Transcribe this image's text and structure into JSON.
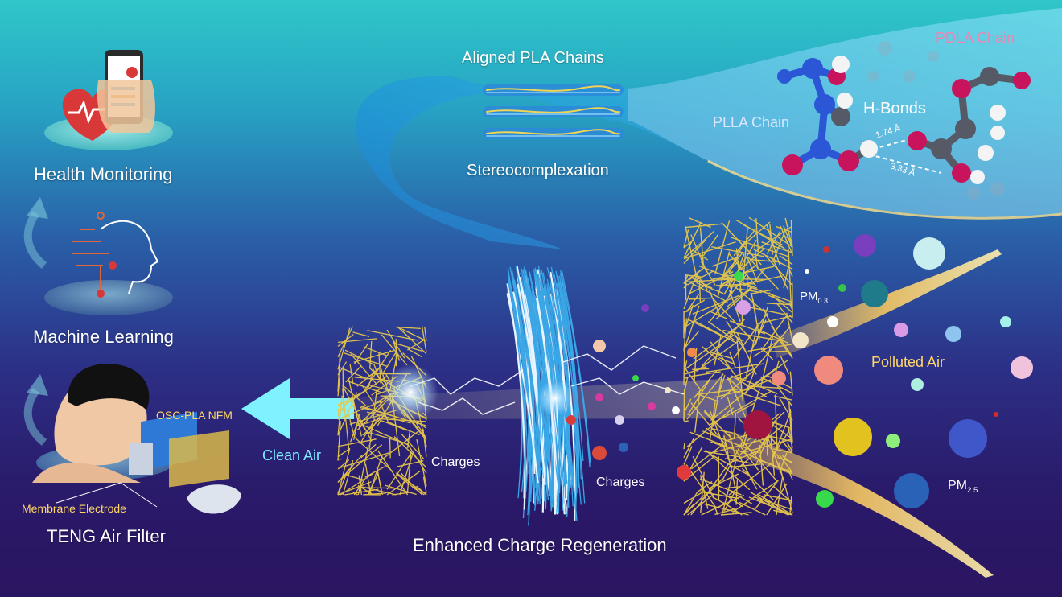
{
  "labels": {
    "health_monitoring": "Health Monitoring",
    "machine_learning": "Machine Learning",
    "teng_air_filter": "TENG Air Filter",
    "osc_pla_nfm": "OSC-PLA NFM",
    "membrane_electrode": "Membrane Electrode",
    "clean_air": "Clean Air",
    "charges_left": "Charges",
    "charges_right": "Charges",
    "enhanced_charge_regeneration": "Enhanced Charge Regeneration",
    "aligned_pla_chains": "Aligned PLA Chains",
    "stereocomplexation": "Stereocomplexation",
    "pdla_chain": "PDLA Chain",
    "plla_chain": "PLLA Chain",
    "h_bonds": "H-Bonds",
    "bond_short": "1.74 Å",
    "bond_long": "3.33 Å",
    "pm03_base": "PM",
    "pm03_sub": "0.3",
    "pm25_base": "PM",
    "pm25_sub": "2.5",
    "polluted_air": "Polluted Air"
  },
  "colors": {
    "fiber_yellow": "#e8c84a",
    "fiber_blue": "#3aa6e6",
    "arrow_cyan": "#7ff2ff",
    "atom_blue": "#2b56d6",
    "atom_red": "#c8145c",
    "atom_grey": "#555a66",
    "atom_white": "#f4f4f4"
  },
  "icons": [
    "smartphone-icon",
    "heart-icon",
    "ai-head-icon",
    "wearer-face-icon",
    "filter-cap-icon"
  ]
}
